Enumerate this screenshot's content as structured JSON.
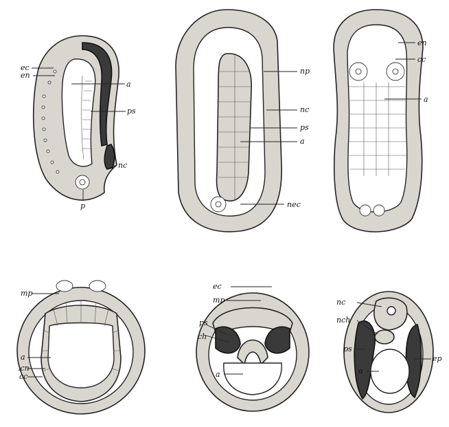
{
  "figures": [
    {
      "id": "fig-1",
      "labels": {
        "ec": "ec",
        "en": "en",
        "a": "a",
        "ps": "ps",
        "nc": "nc",
        "p": "p"
      }
    },
    {
      "id": "fig-2",
      "labels": {
        "np": "np",
        "nc": "nc",
        "ps": "ps",
        "a": "a",
        "nec": "nec"
      }
    },
    {
      "id": "fig-3",
      "labels": {
        "en": "en",
        "cc": "cc",
        "a": "a"
      }
    },
    {
      "id": "fig-4",
      "labels": {
        "mp": "mp",
        "a": "a",
        "cn": ".cn",
        "cc": "cc"
      }
    },
    {
      "id": "fig-5",
      "labels": {
        "ec": "ec",
        "mp": "mp",
        "ps": "ps",
        "ch": "ch",
        "a": "a"
      }
    },
    {
      "id": "fig-6",
      "labels": {
        "nc": "nc",
        "nch": "nch",
        "ps": "ps",
        "a": "a",
        "ep": "ep"
      }
    }
  ]
}
